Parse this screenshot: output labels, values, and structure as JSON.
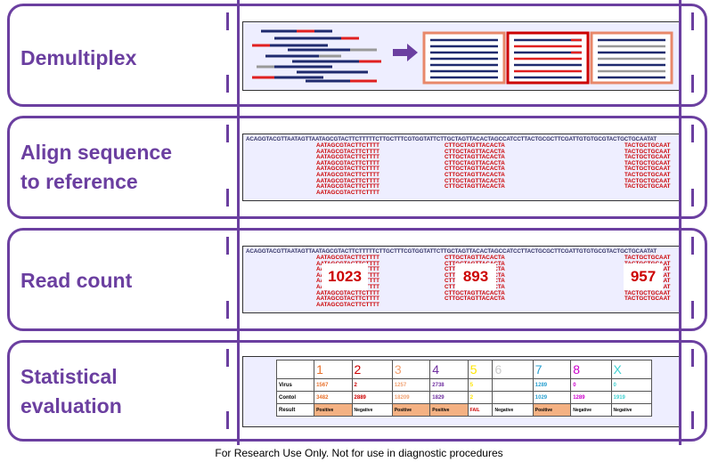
{
  "steps": [
    {
      "title_line1": "Demultiplex",
      "title_line2": ""
    },
    {
      "title_line1": "Align sequence",
      "title_line2": "to reference"
    },
    {
      "title_line1": "Read count",
      "title_line2": ""
    },
    {
      "title_line1": "Statistical",
      "title_line2": "evaluation"
    }
  ],
  "reference_sequence": "ACAGGTACGTTAATAGTTAATAGCGTACTTCTTTTTCTTGCTTTCGTGGTATTCTTGCTAGTTACACTAGCCATCCTTACTGCGCTTCGATTGTGTGCGTACTGCTGCAATAT",
  "read_groups": [
    {
      "read": "AATAGCGTACTTCTTTT",
      "count": "1023"
    },
    {
      "read": "CTTGCTAGTTACACTA",
      "count": "893"
    },
    {
      "read": "TACTGCTGCAAT",
      "count": "957"
    }
  ],
  "stat_table": {
    "columns": [
      {
        "label": "1",
        "color": "#e8702a"
      },
      {
        "label": "2",
        "color": "#cc0000"
      },
      {
        "label": "3",
        "color": "#f0a070"
      },
      {
        "label": "4",
        "color": "#7030a0"
      },
      {
        "label": "5",
        "color": "#ffe600"
      },
      {
        "label": "6",
        "color": "#cccccc"
      },
      {
        "label": "7",
        "color": "#2aa0d0"
      },
      {
        "label": "8",
        "color": "#cc00cc"
      },
      {
        "label": "X",
        "color": "#40d0d0"
      }
    ],
    "rows": [
      {
        "label": "Virus",
        "values": [
          "1567",
          "2",
          "1257",
          "2738",
          "5",
          "",
          "1289",
          "0",
          "0"
        ]
      },
      {
        "label": "Contol",
        "values": [
          "3482",
          "2889",
          "18209",
          "1829",
          "2",
          "",
          "1029",
          "1289",
          "1919"
        ]
      },
      {
        "label": "Result",
        "values": [
          "Positive",
          "Negative",
          "Positive",
          "Positive",
          "FAIL",
          "Negative",
          "Positive",
          "Negative",
          "Negative"
        ]
      }
    ],
    "result_colors": {
      "Positive": "#f4b183",
      "Negative": "#ffffff",
      "FAIL": "#ffffff"
    }
  },
  "footer": "For Research Use Only. Not for use in diagnostic procedures"
}
